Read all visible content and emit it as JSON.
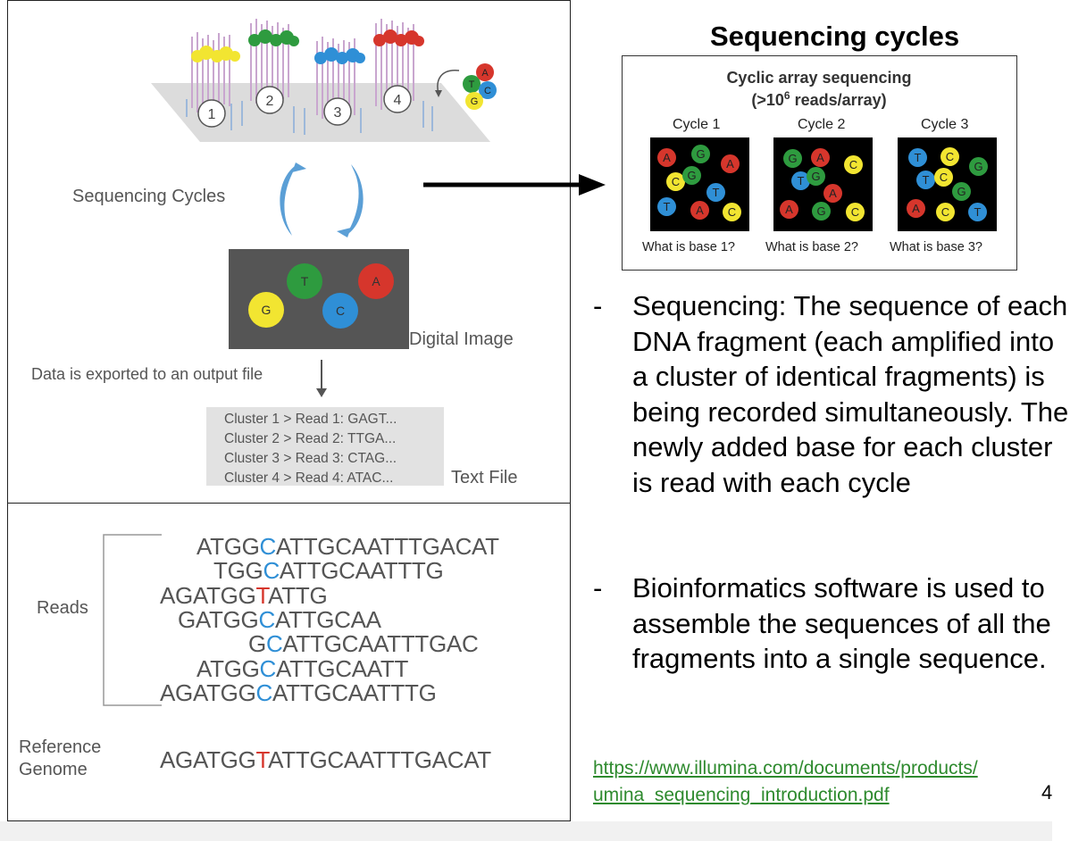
{
  "left_top": {
    "flowcell_numbers": [
      "1",
      "2",
      "3",
      "4"
    ],
    "base_cluster_letters": [
      "T",
      "A",
      "C",
      "G"
    ],
    "sequencing_cycles_label": "Sequencing Cycles",
    "digital_image": {
      "label": "Digital Image",
      "dots": [
        {
          "letter": "G",
          "color": "#f2e531"
        },
        {
          "letter": "T",
          "color": "#2e9b3f"
        },
        {
          "letter": "C",
          "color": "#2f8fd6"
        },
        {
          "letter": "A",
          "color": "#d6362c"
        }
      ]
    },
    "export_label": "Data is exported to an output file",
    "text_file_label": "Text File",
    "text_file_lines": [
      "Cluster 1 > Read 1: GAGT...",
      "Cluster 2 > Read 2: TTGA...",
      "Cluster 3 > Read 3: CTAG...",
      "Cluster 4 > Read 4: ATAC..."
    ]
  },
  "left_bottom": {
    "reads_label": "Reads",
    "reads": [
      {
        "pre": "ATGG",
        "hl": "C",
        "post": "ATTGCAATTTGACAT",
        "hl_color": "blue"
      },
      {
        "pre": "TGG",
        "hl": "C",
        "post": "ATTGCAATTTG",
        "hl_color": "blue"
      },
      {
        "pre": "AGATGG",
        "hl": "T",
        "post": "ATTG",
        "hl_color": "red"
      },
      {
        "pre": "GATGG",
        "hl": "C",
        "post": "ATTGCAA",
        "hl_color": "blue"
      },
      {
        "pre": "G",
        "hl": "C",
        "post": "ATTGCAATTTGAC",
        "hl_color": "blue"
      },
      {
        "pre": "ATGG",
        "hl": "C",
        "post": "ATTGCAATT",
        "hl_color": "blue"
      },
      {
        "pre": "AGATGG",
        "hl": "C",
        "post": "ATTGCAATTTG",
        "hl_color": "blue"
      }
    ],
    "reference_label_line1": "Reference",
    "reference_label_line2": "Genome",
    "reference": {
      "pre": "AGATGG",
      "hl": "T",
      "post": "ATTGCAATTTGACAT"
    }
  },
  "right": {
    "title": "Sequencing cycles",
    "box_title": "Cyclic array sequencing",
    "box_subtitle_pre": "(>10",
    "box_subtitle_sup": "6",
    "box_subtitle_post": " reads/array)",
    "cycles": [
      {
        "label": "Cycle 1",
        "question": "What is base 1?"
      },
      {
        "label": "Cycle 2",
        "question": "What is base 2?"
      },
      {
        "label": "Cycle 3",
        "question": "What is base 3?"
      }
    ],
    "bullets": [
      {
        "dash": "-",
        "text": "Sequencing: The sequence of each DNA fragment (each amplified into a cluster of identical fragments) is being recorded simultaneously. The newly added base for each cluster is read with each cycle"
      },
      {
        "dash": "-",
        "text": "Bioinformatics software is used to assemble the sequences of all the fragments into a single sequence."
      }
    ],
    "link_line1": "https://www.illumina.com/documents/products/",
    "link_line2": "umina_sequencing_introduction.pdf",
    "page_number": "4"
  },
  "colors": {
    "A": "#d6362c",
    "C": "#f2e531",
    "G": "#2e9b3f",
    "T": "#2f8fd6",
    "arrow_blue": "#5b9fd6"
  }
}
